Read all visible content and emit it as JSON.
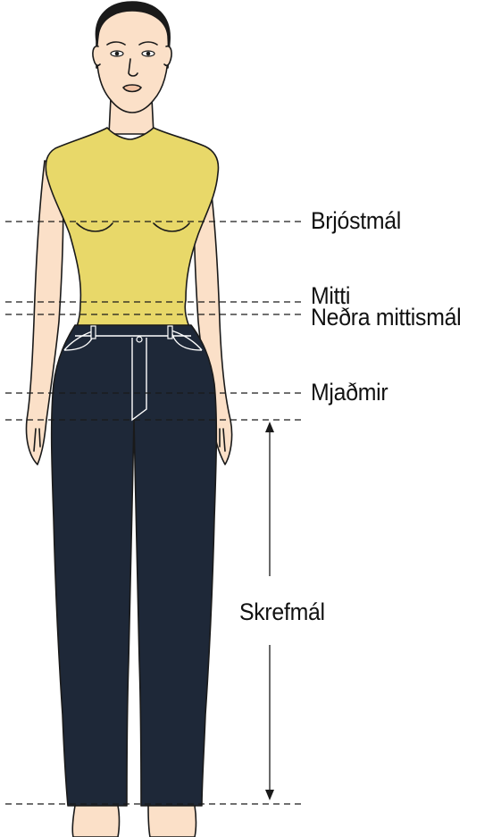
{
  "labels": {
    "bust": "Brjóstmál",
    "waist": "Mitti",
    "low_waist": "Neðra mittismál",
    "hips": "Mjaðmir",
    "inseam": "Skrefmál"
  },
  "colors": {
    "skin": "#fbe0c8",
    "top": "#e8d869",
    "jeans": "#1e2838",
    "hair": "#1a1a1a",
    "line": "#1a1a1a"
  }
}
